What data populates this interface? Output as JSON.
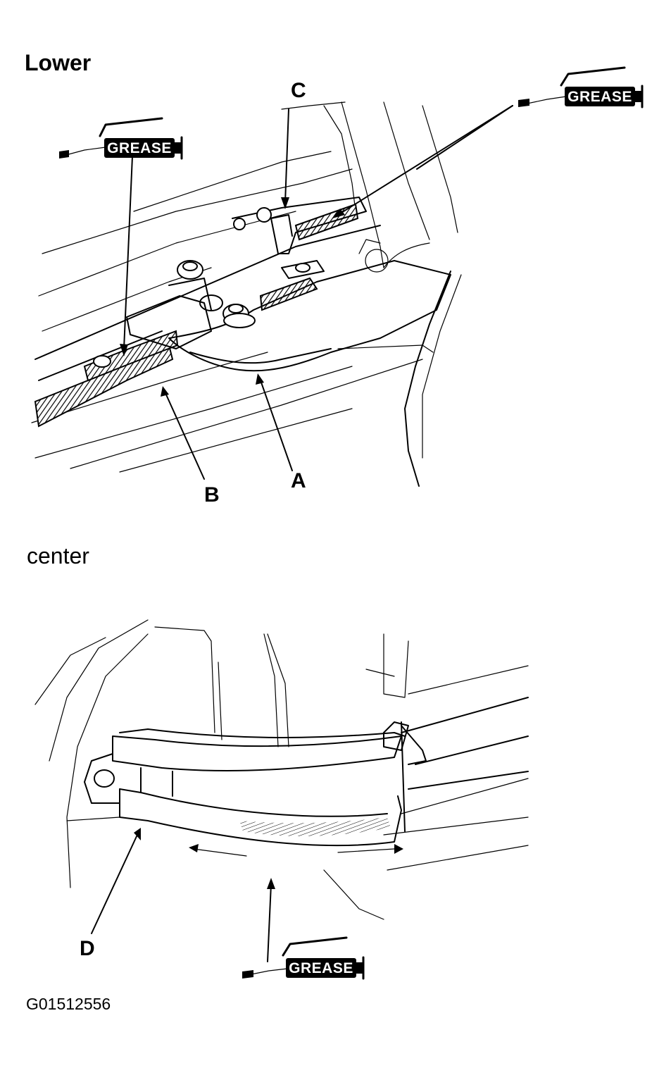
{
  "sections": {
    "lower_title": "Lower",
    "center_title": "center"
  },
  "callouts": {
    "A": "A",
    "B": "B",
    "C": "C",
    "D": "D"
  },
  "grease_label": "GREASE",
  "figure_id": "G01512556",
  "colors": {
    "ink": "#000000",
    "paper": "#ffffff"
  }
}
